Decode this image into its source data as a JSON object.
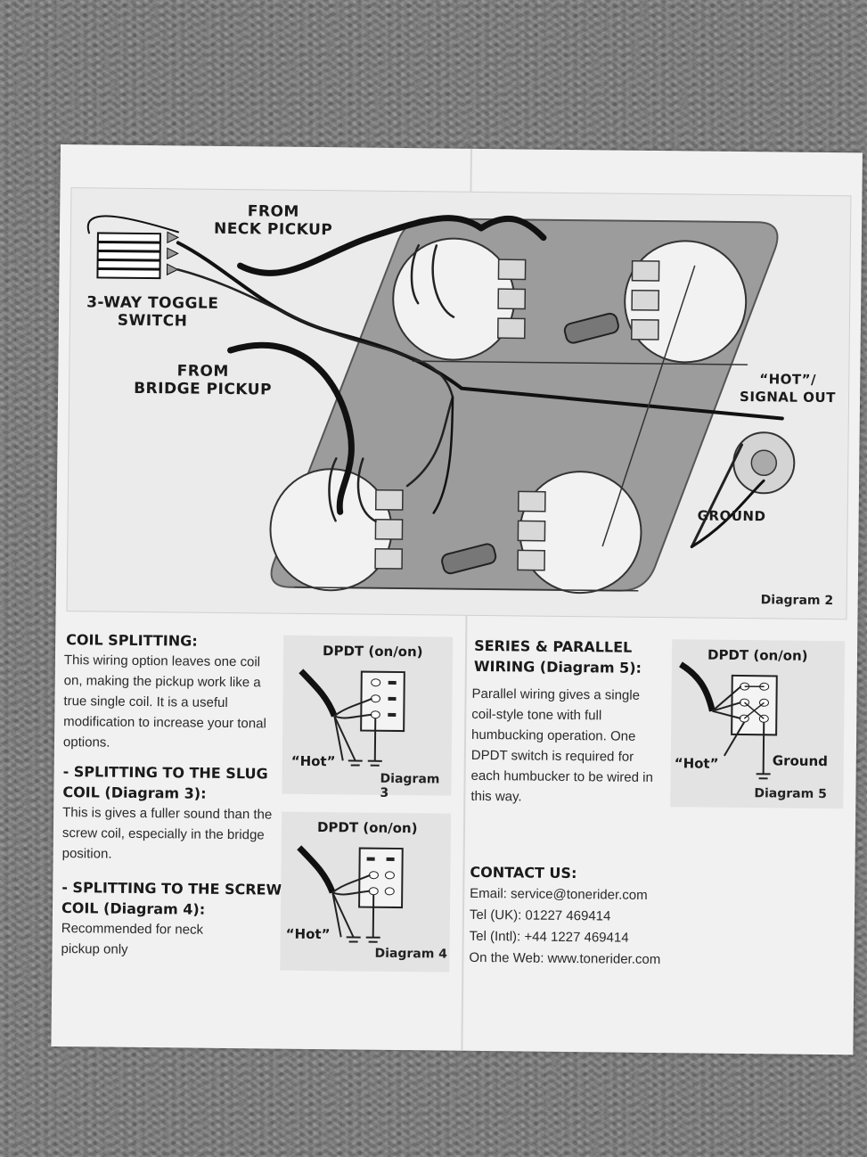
{
  "main_diagram": {
    "from_neck_pickup": "FROM\nNECK PICKUP",
    "toggle_switch": "3-WAY TOGGLE\nSWITCH",
    "from_bridge_pickup": "FROM\nBRIDGE PICKUP",
    "hot_signal_out": "“HOT”/\nSIGNAL OUT",
    "ground": "GROUND",
    "caption": "Diagram 2"
  },
  "coil_splitting": {
    "heading": "COIL SPLITTING:",
    "body": "This wiring option leaves one coil on, making the pickup work like a true single coil. It is a useful modification to increase your tonal options.",
    "slug_heading": "- SPLITTING TO THE SLUG COIL (Diagram 3):",
    "slug_body": "This is gives a fuller sound than the screw coil, especially in the bridge position.",
    "screw_heading": "- SPLITTING TO THE SCREW COIL (Diagram 4):",
    "screw_body": "Recommended for neck pickup only"
  },
  "diagram3": {
    "title": "DPDT (on/on)",
    "hot": "“Hot”",
    "caption": "Diagram 3"
  },
  "diagram4": {
    "title": "DPDT (on/on)",
    "hot": "“Hot”",
    "caption": "Diagram 4"
  },
  "series_parallel": {
    "heading": "SERIES & PARALLEL WIRING (Diagram 5):",
    "body": "Parallel wiring gives a single coil-style tone with full humbucking operation. One DPDT switch is required for each humbucker to be wired in this way."
  },
  "diagram5": {
    "title": "DPDT (on/on)",
    "hot": "“Hot”",
    "ground": "Ground",
    "caption": "Diagram 5"
  },
  "contact": {
    "heading": "CONTACT US:",
    "email": "Email: service@tonerider.com",
    "tel_uk": "Tel (UK): 01227 469414",
    "tel_intl": "Tel (Intl): +44 1227 469414",
    "web": "On the Web: www.tonerider.com"
  }
}
